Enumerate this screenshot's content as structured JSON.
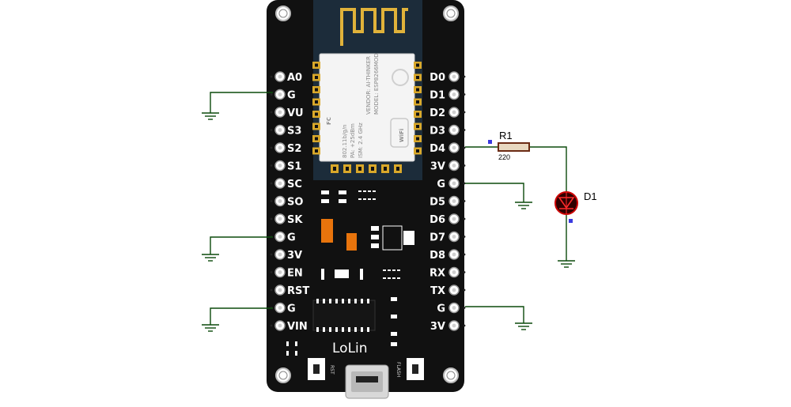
{
  "board": {
    "brand": "LoLin",
    "left_pins": [
      "A0",
      "G",
      "VU",
      "S3",
      "S2",
      "S1",
      "SC",
      "SO",
      "SK",
      "G",
      "3V",
      "EN",
      "RST",
      "G",
      "VIN"
    ],
    "right_pins": [
      "D0",
      "D1",
      "D2",
      "D3",
      "D4",
      "3V",
      "G",
      "D5",
      "D6",
      "D7",
      "D8",
      "RX",
      "TX",
      "G",
      "3V"
    ],
    "module_text": [
      "MODEL: ESP8266MOD",
      "VENDOR: AI-THINKER",
      "ISM: 2.4 GHz",
      "PA: +25dBm",
      "802.11b/g/n"
    ],
    "fc_mark": "FC",
    "wifi_mark": "WiFi",
    "rst_label": "RST",
    "flash_label": "FLASH"
  },
  "schematic": {
    "resistor_name": "R1",
    "resistor_value": "220",
    "led_name": "D1"
  },
  "colors": {
    "board": "#111111",
    "shield": "#f4f4f4",
    "antenna": "#e0b23a",
    "pad": "#d9a82a",
    "wire": "#0b4a0b",
    "led": "#cc0000",
    "orange": "#e8740c",
    "marker": "#3a3ae0"
  }
}
